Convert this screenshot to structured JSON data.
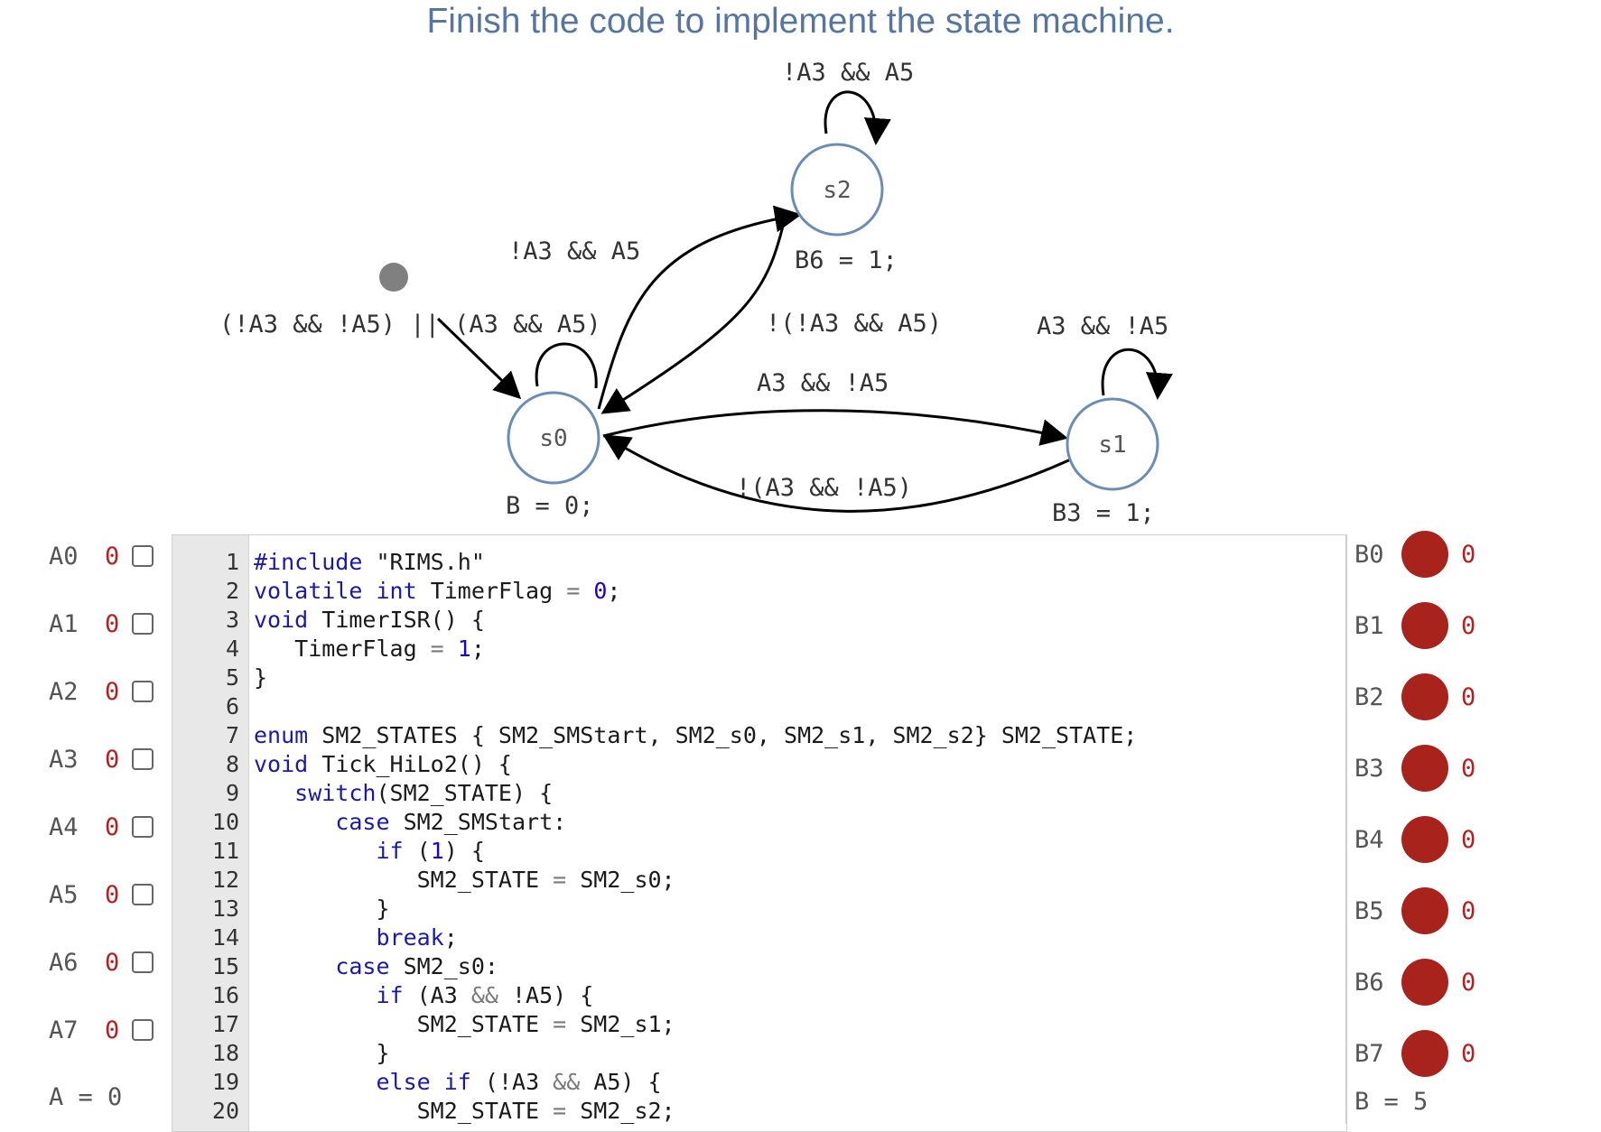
{
  "title": "Finish the code to implement the state machine.",
  "diagram": {
    "states": [
      {
        "name": "s0",
        "action": "B = 0;"
      },
      {
        "name": "s1",
        "action": "B3 = 1;"
      },
      {
        "name": "s2",
        "action": "B6 = 1;"
      }
    ],
    "transitions": {
      "s2_self": "!A3 && A5",
      "s0_to_s2": "!A3 && A5",
      "s0_self": "(!A3 && !A5) || (A3 && A5)",
      "s2_to_s0": "!(!A3 && A5)",
      "s1_self": "A3 && !A5",
      "s0_to_s1": "A3 && !A5",
      "s1_to_s0": "!(A3 && !A5)"
    }
  },
  "inputs": [
    {
      "label": "A0",
      "value": "0"
    },
    {
      "label": "A1",
      "value": "0"
    },
    {
      "label": "A2",
      "value": "0"
    },
    {
      "label": "A3",
      "value": "0"
    },
    {
      "label": "A4",
      "value": "0"
    },
    {
      "label": "A5",
      "value": "0"
    },
    {
      "label": "A6",
      "value": "0"
    },
    {
      "label": "A7",
      "value": "0"
    }
  ],
  "input_total": "A = 0",
  "outputs": [
    {
      "label": "B0",
      "value": "0"
    },
    {
      "label": "B1",
      "value": "0"
    },
    {
      "label": "B2",
      "value": "0"
    },
    {
      "label": "B3",
      "value": "0"
    },
    {
      "label": "B4",
      "value": "0"
    },
    {
      "label": "B5",
      "value": "0"
    },
    {
      "label": "B6",
      "value": "0"
    },
    {
      "label": "B7",
      "value": "0"
    }
  ],
  "output_total": "B = 5",
  "code": {
    "lines": [
      {
        "n": "1",
        "text": "#include \"RIMS.h\""
      },
      {
        "n": "2",
        "text": "volatile int TimerFlag = 0;"
      },
      {
        "n": "3",
        "text": "void TimerISR() {"
      },
      {
        "n": "4",
        "text": "   TimerFlag = 1;"
      },
      {
        "n": "5",
        "text": "}"
      },
      {
        "n": "6",
        "text": ""
      },
      {
        "n": "7",
        "text": "enum SM2_STATES { SM2_SMStart, SM2_s0, SM2_s1, SM2_s2} SM2_STATE;"
      },
      {
        "n": "8",
        "text": "void Tick_HiLo2() {"
      },
      {
        "n": "9",
        "text": "   switch(SM2_STATE) {"
      },
      {
        "n": "10",
        "text": "      case SM2_SMStart:"
      },
      {
        "n": "11",
        "text": "         if (1) {"
      },
      {
        "n": "12",
        "text": "            SM2_STATE = SM2_s0;"
      },
      {
        "n": "13",
        "text": "         }"
      },
      {
        "n": "14",
        "text": "         break;"
      },
      {
        "n": "15",
        "text": "      case SM2_s0:"
      },
      {
        "n": "16",
        "text": "         if (A3 && !A5) {"
      },
      {
        "n": "17",
        "text": "            SM2_STATE = SM2_s1;"
      },
      {
        "n": "18",
        "text": "         }"
      },
      {
        "n": "19",
        "text": "         else if (!A3 && A5) {"
      },
      {
        "n": "20",
        "text": "            SM2_STATE = SM2_s2;"
      }
    ]
  }
}
